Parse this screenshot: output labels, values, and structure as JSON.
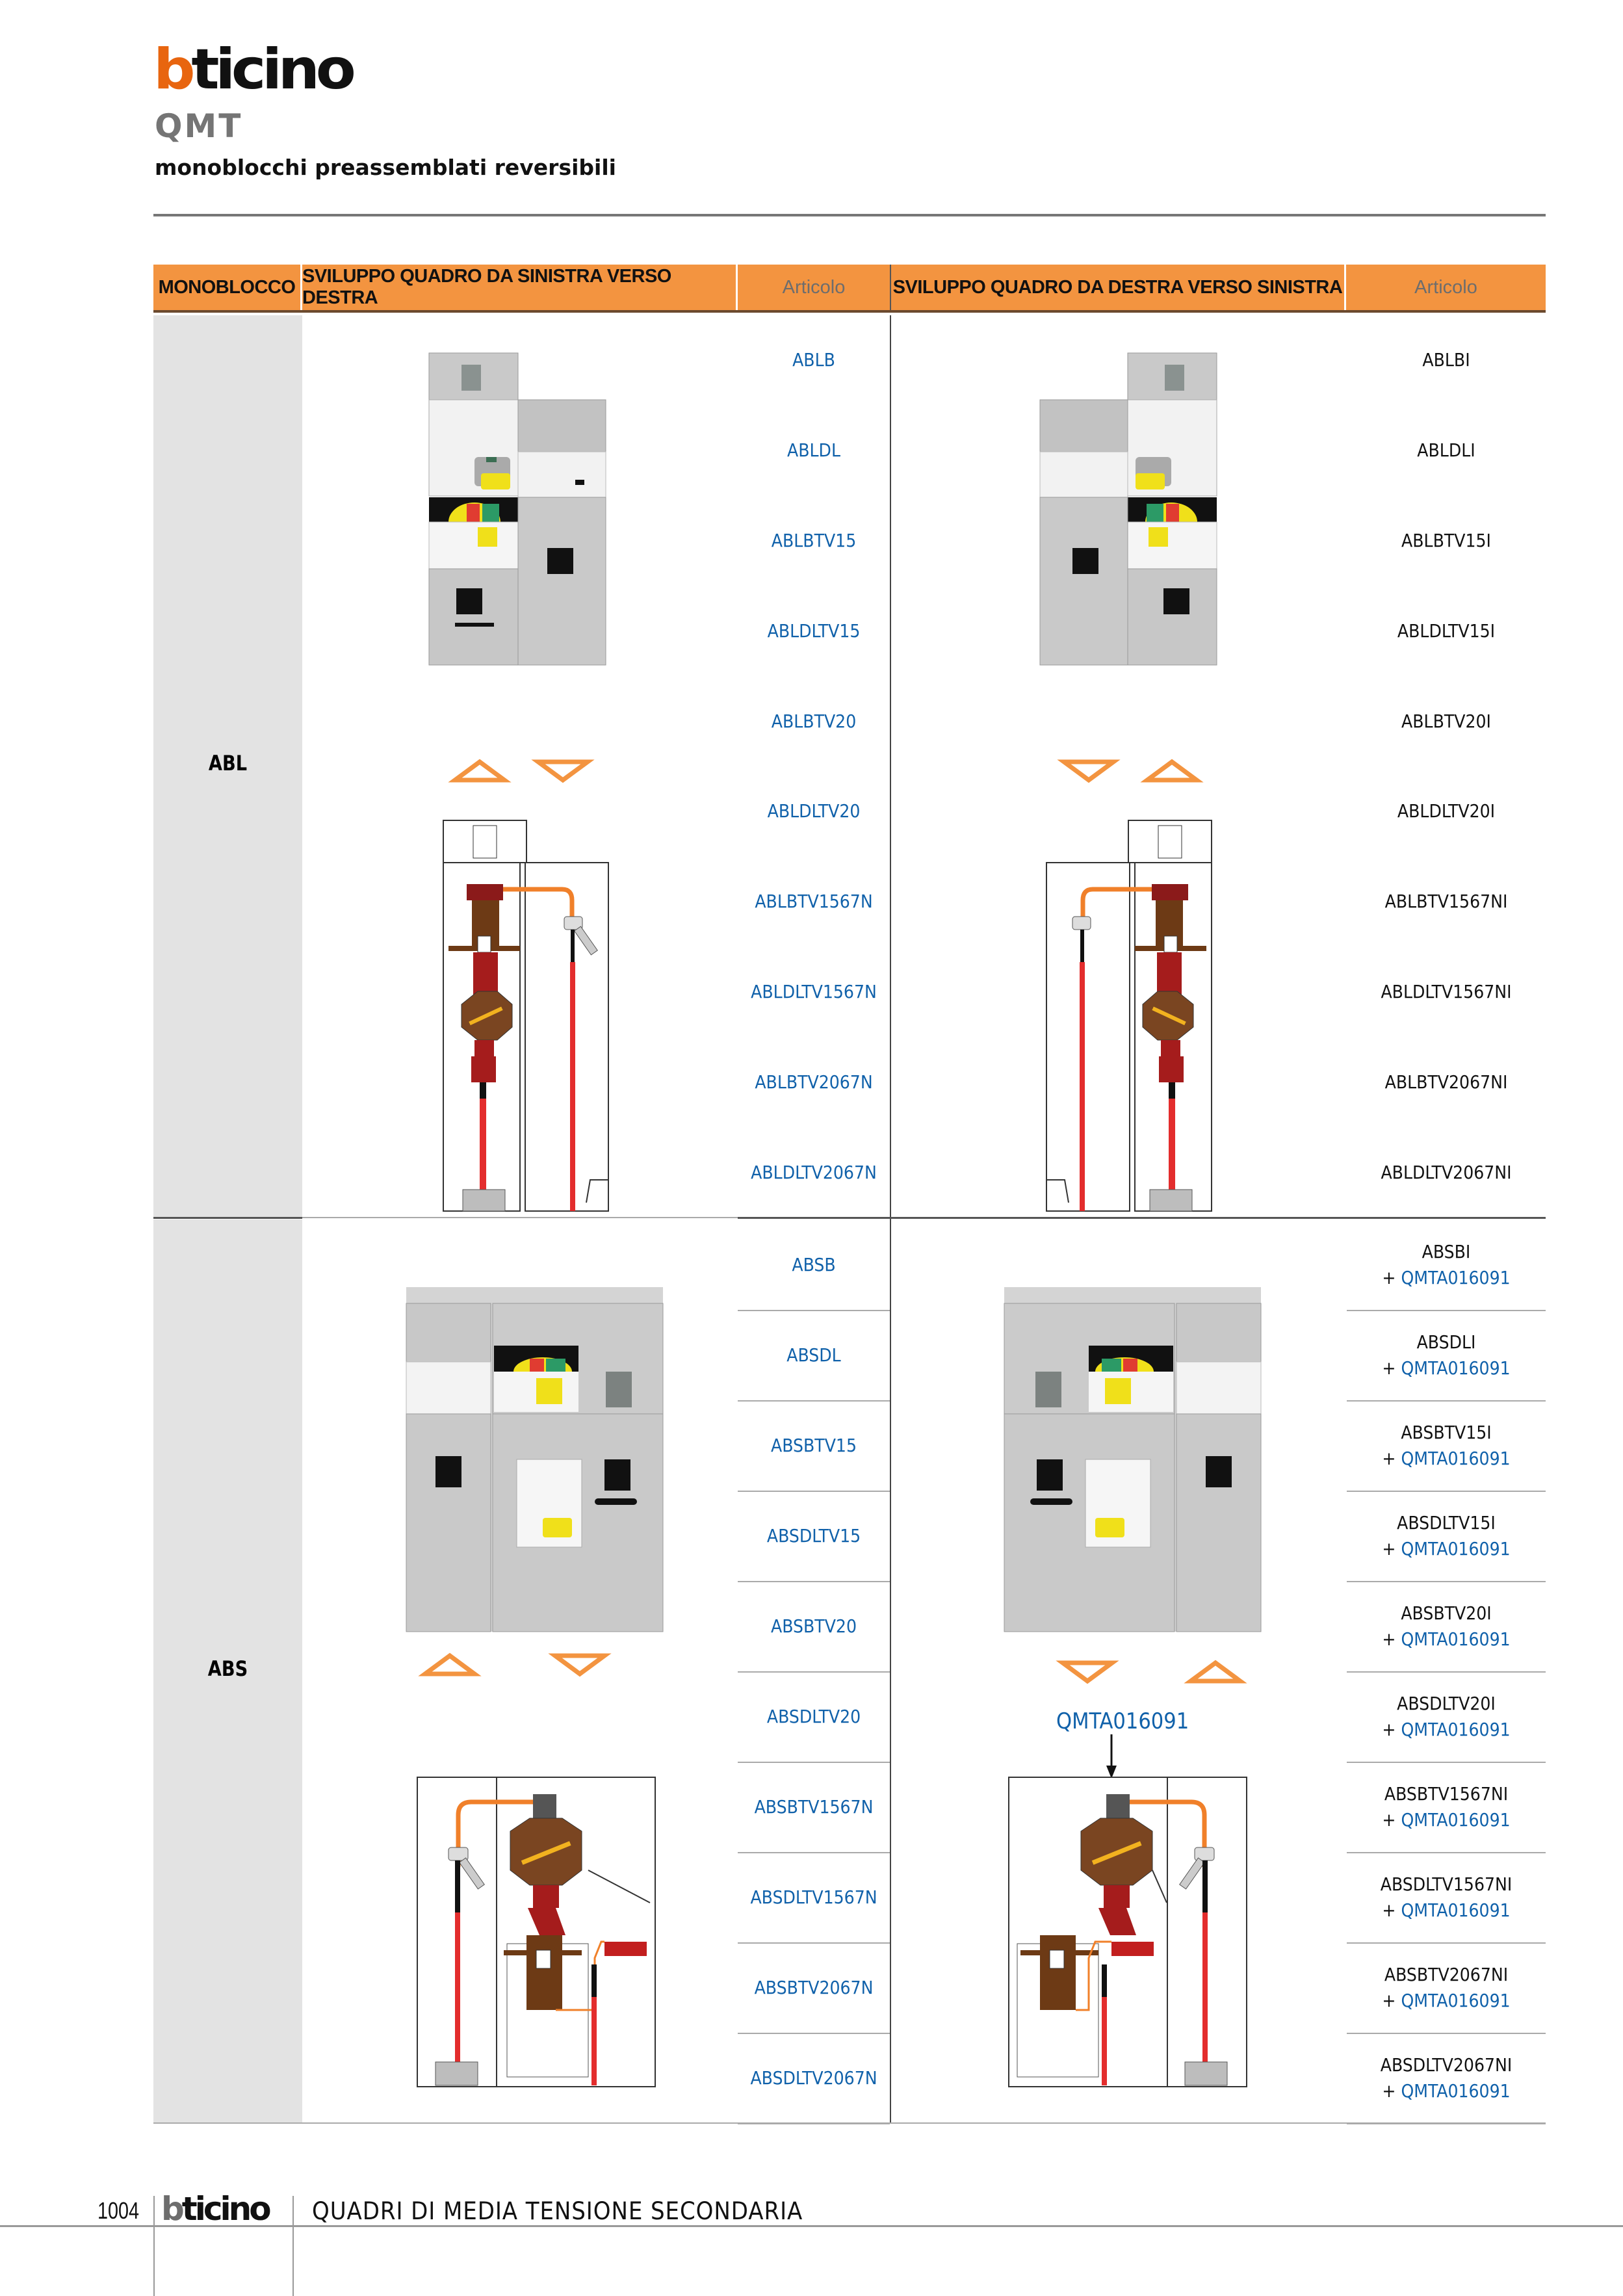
{
  "brand": {
    "logo_first": "b",
    "logo_rest": "ticino",
    "logo_color": "#e8650f"
  },
  "product": {
    "code": "QMT",
    "subtitle": "monoblocchi preassemblati reversibili"
  },
  "table": {
    "header_color": "#f39440",
    "columns": {
      "monoblocco": "MONOBLOCCO",
      "left_to_right": "SVILUPPO QUADRO DA SINISTRA VERSO DESTRA",
      "articolo_left": "Articolo",
      "right_to_left": "SVILUPPO QUADRO DA DESTRA VERSO SINISTRA",
      "articolo_right": "Articolo"
    },
    "sections": [
      {
        "monoblocco": "ABL",
        "left_codes": [
          "ABLB",
          "ABLDL",
          "ABLBTV15",
          "ABLDLTV15",
          "ABLBTV20",
          "ABLDLTV20",
          "ABLBTV1567N",
          "ABLDLTV1567N",
          "ABLBTV2067N",
          "ABLDLTV2067N"
        ],
        "right_codes": [
          "ABLBI",
          "ABLDLI",
          "ABLBTV15I",
          "ABLDLTV15I",
          "ABLBTV20I",
          "ABLDLTV20I",
          "ABLBTV1567NI",
          "ABLDLTV1567NI",
          "ABLBTV2067NI",
          "ABLDLTV2067NI"
        ],
        "right_accessory": null
      },
      {
        "monoblocco": "ABS",
        "left_codes": [
          "ABSB",
          "ABSDL",
          "ABSBTV15",
          "ABSDLTV15",
          "ABSBTV20",
          "ABSDLTV20",
          "ABSBTV1567N",
          "ABSDLTV1567N",
          "ABSBTV2067N",
          "ABSDLTV2067N"
        ],
        "right_codes": [
          "ABSBI",
          "ABSDLI",
          "ABSBTV15I",
          "ABSDLTV15I",
          "ABSBTV20I",
          "ABSDLTV20I",
          "ABSBTV1567NI",
          "ABSDLTV1567NI",
          "ABSBTV2067NI",
          "ABSDLTV2067NI"
        ],
        "right_accessory_prefix": "+",
        "right_accessory": "QMTA016091",
        "diagram_callout": "QMTA016091"
      }
    ]
  },
  "footer": {
    "page_number": "1004",
    "logo_first": "b",
    "logo_rest": "ticino",
    "title": "QUADRI DI MEDIA TENSIONE SECONDARIA"
  },
  "colors": {
    "code_blue": "#1061aa",
    "arrow_orange": "#f39440",
    "mono_bg": "#e3e3e3"
  }
}
